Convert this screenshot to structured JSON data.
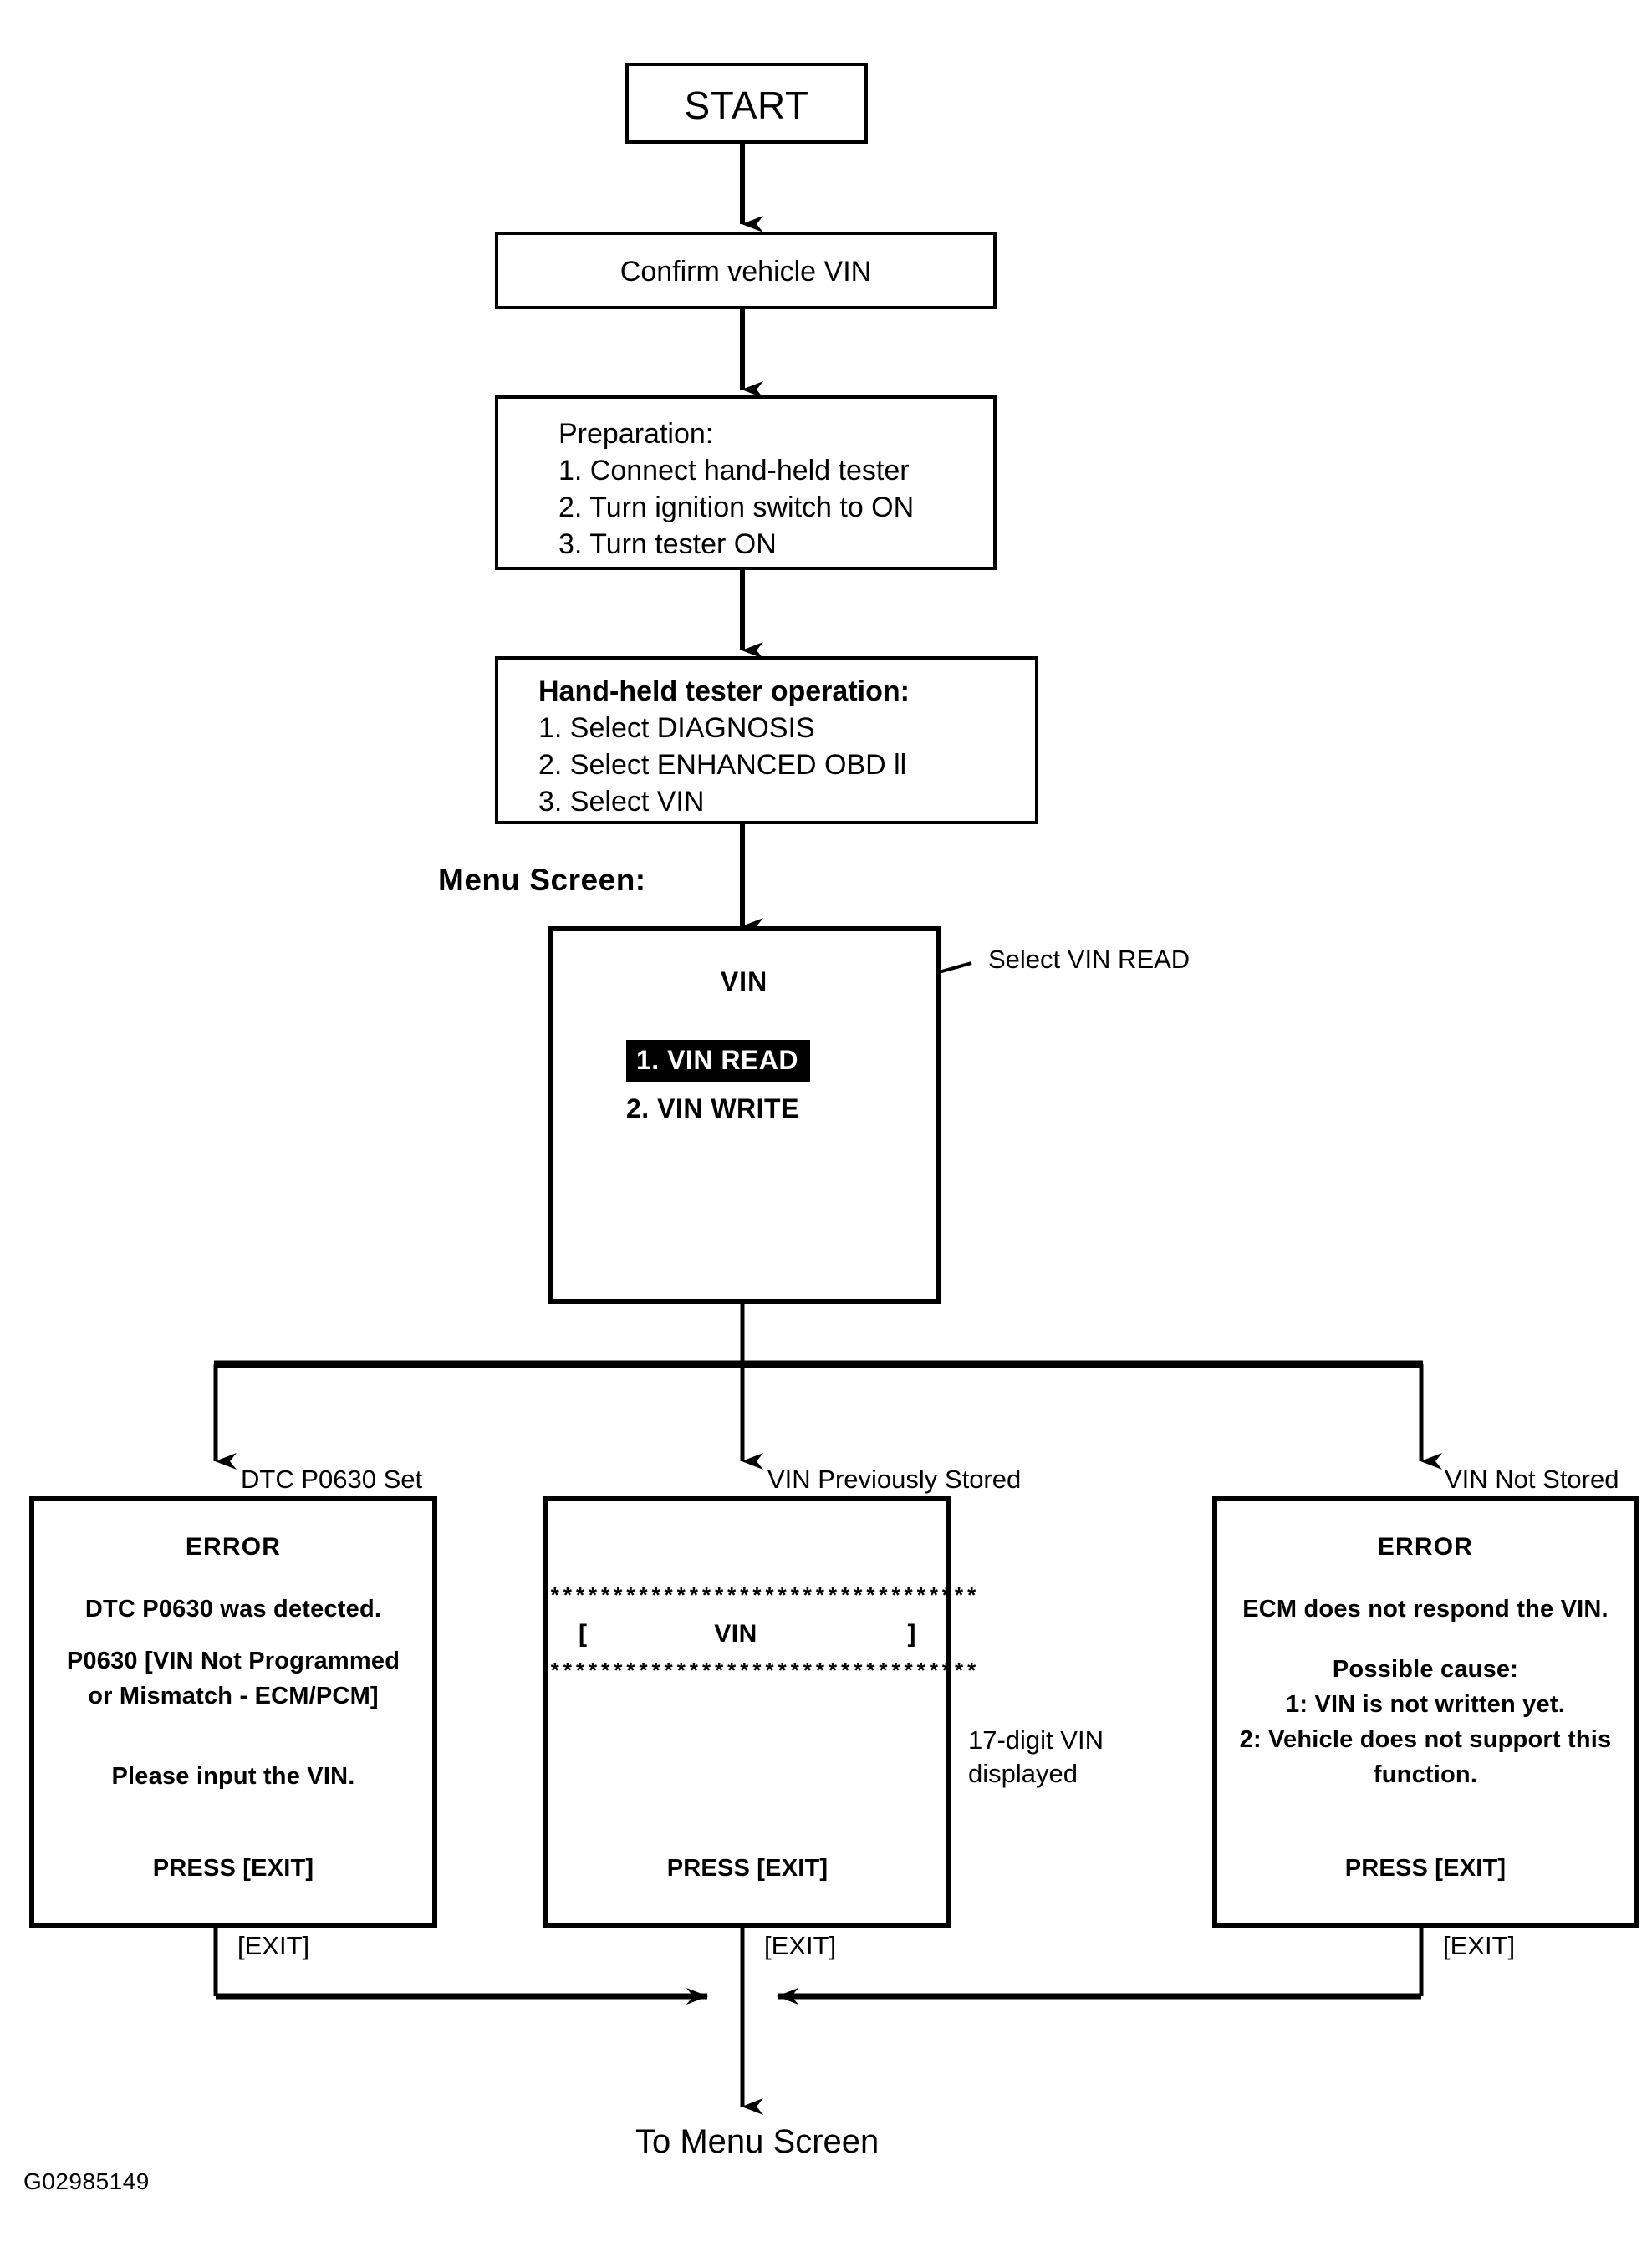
{
  "figure": {
    "id": "G02985149",
    "type": "flowchart"
  },
  "nodes": {
    "start": {
      "label": "START"
    },
    "confirm": {
      "label": "Confirm vehicle VIN"
    },
    "preparation": {
      "heading": "Preparation:",
      "steps": [
        "1. Connect hand-held tester",
        "2. Turn ignition switch to ON",
        "3. Turn tester ON"
      ]
    },
    "tester_operation": {
      "heading": "Hand-held tester operation:",
      "steps": [
        "1. Select DIAGNOSIS",
        "2. Select ENHANCED OBD ll",
        "3. Select VIN"
      ]
    },
    "menu_screen": {
      "section_label": "Menu Screen:",
      "title": "VIN",
      "items": [
        {
          "label": "1. VIN READ",
          "selected": true
        },
        {
          "label": "2. VIN WRITE",
          "selected": false
        }
      ],
      "callout": "Select VIN READ"
    }
  },
  "branches": [
    {
      "name": "dtc-set",
      "label": "DTC P0630 Set",
      "exit_label": "[EXIT]"
    },
    {
      "name": "vin-stored",
      "label": "VIN Previously Stored",
      "exit_label": "[EXIT]"
    },
    {
      "name": "vin-not-stored",
      "label": "VIN Not Stored",
      "exit_label": "[EXIT]"
    }
  ],
  "screens": {
    "error_dtc": {
      "title": "ERROR",
      "lines": [
        "DTC P0630 was detected.",
        "P0630  [VIN Not Programmed",
        "or Mismatch - ECM/PCM]",
        "Please input the VIN."
      ],
      "footer": "PRESS [EXIT]"
    },
    "vin_display": {
      "stars_top": "**********************************",
      "bracket_open": "[",
      "vin_text": "VIN",
      "bracket_close": "]",
      "stars_bottom": "**********************************",
      "footer": "PRESS [EXIT]",
      "callout": "17-digit VIN\ndisplayed"
    },
    "error_no_vin": {
      "title": "ERROR",
      "lines": [
        "ECM does not respond the VIN.",
        "Possible cause:",
        "1: VIN is not written yet.",
        "2: Vehicle does not support this",
        "function."
      ],
      "footer": "PRESS [EXIT]"
    }
  },
  "tail": {
    "label": "To Menu Screen"
  },
  "colors": {
    "ink": "#000000",
    "paper": "#ffffff",
    "highlight_bg": "#000000",
    "highlight_fg": "#ffffff"
  }
}
